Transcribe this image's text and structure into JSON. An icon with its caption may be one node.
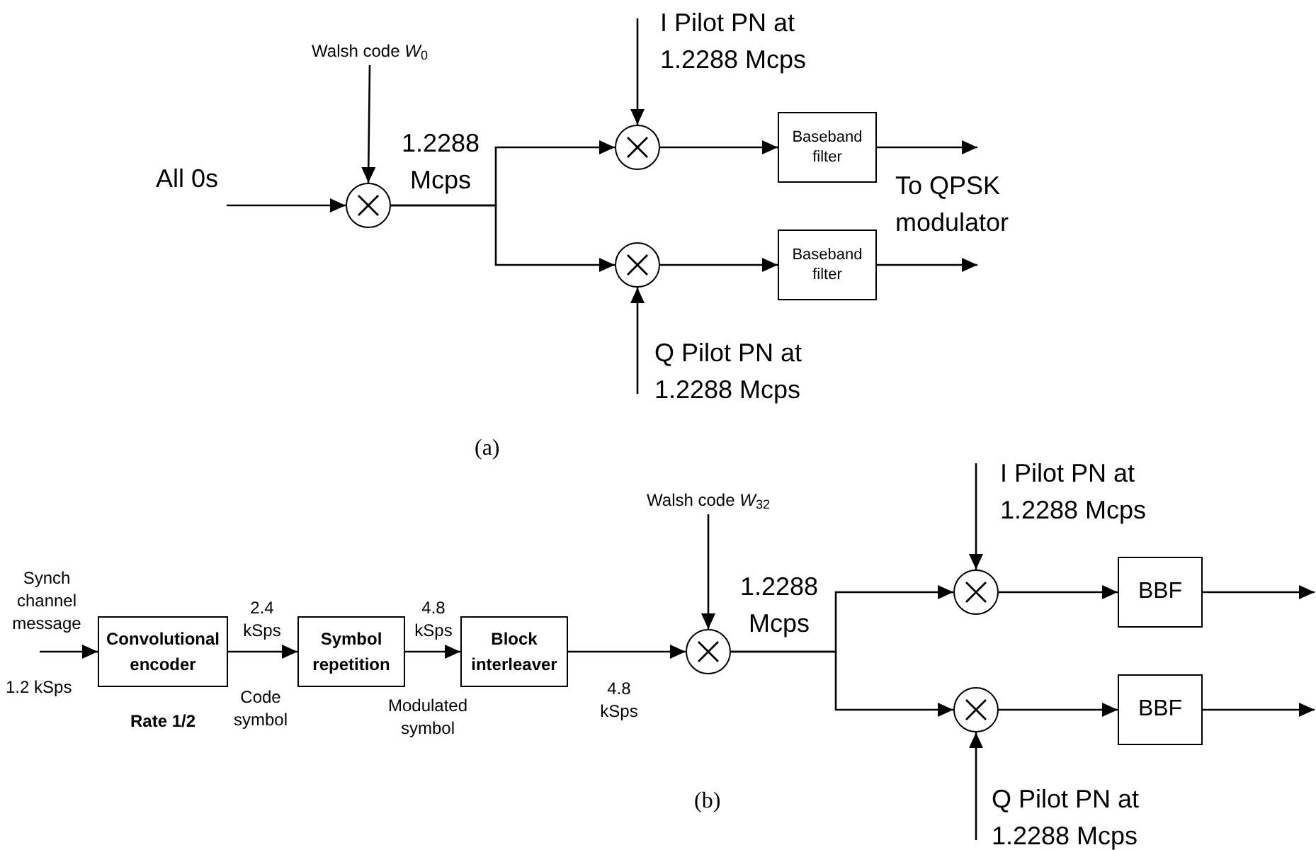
{
  "diagram": {
    "nodes": [
      {
        "text": [
          "Walsh code *W*$_{0}$"
        ]
      },
      {
        "text": [],
        "shape": "circle"
      },
      {
        "text": [],
        "shape": "circle"
      },
      {
        "text": [],
        "shape": "circle"
      },
      {
        "text": [
          "Baseband filter"
        ]
      },
      {
        "text": [
          "Baseband filter"
        ]
      },
      {
        "text": [
          "Convolutional encoder"
        ]
      },
      {
        "text": [
          "Symbol repetition"
        ]
      },
      {
        "text": [
          "Block interleaver"
        ]
      },
      {
        "text": [
          "Walsh code *W*$_{32}$"
        ]
      },
      {
        "text": [],
        "shape": "circle"
      },
      {
        "text": [],
        "shape": "circle"
      },
      {
        "text": [],
        "shape": "circle"
      },
      {
        "text": [
          "BBF"
        ]
      },
      {
        "text": [
          "BBF"
        ]
      }
    ],
    "edges": [
      {
        "from": null,
        "to": 1,
        "arrow": "to"
      },
      {
        "from": 0,
        "to": 1,
        "arrow": "to"
      },
      {
        "from": 1,
        "to": 2,
        "arrow": "to"
      },
      {
        "from": 1,
        "to": 3,
        "arrow": "to"
      },
      {
        "from": null,
        "to": 2,
        "arrow": "to"
      },
      {
        "from": null,
        "to": 3,
        "arrow": "to"
      },
      {
        "from": 2,
        "to": 4,
        "arrow": "to"
      },
      {
        "from": 3,
        "to": 5,
        "arrow": "to"
      },
      {
        "from": 4,
        "to": null,
        "arrow": "to"
      },
      {
        "from": 5,
        "to": null,
        "arrow": "to"
      },
      {
        "from": null,
        "to": 6,
        "arrow": "to"
      },
      {
        "from": 6,
        "to": 7,
        "arrow": "to"
      },
      {
        "from": 7,
        "to": 8,
        "arrow": "to"
      },
      {
        "from": 8,
        "to": 10,
        "arrow": "to"
      },
      {
        "from": 9,
        "to": 10,
        "arrow": "to"
      },
      {
        "from": 10,
        "to": 11,
        "arrow": "to"
      },
      {
        "from": 10,
        "to": 12,
        "arrow": "to"
      },
      {
        "from": null,
        "to": 11,
        "arrow": "to"
      },
      {
        "from": null,
        "to": 12,
        "arrow": "to"
      },
      {
        "from": 11,
        "to": 13,
        "arrow": "to"
      },
      {
        "from": 12,
        "to": 14,
        "arrow": "to"
      },
      {
        "from": 13,
        "to": null,
        "arrow": "to"
      },
      {
        "from": 14,
        "to": null,
        "arrow": "to"
      }
    ],
    "labels": [
      "All 0s",
      "1.2288 Mcps",
      "I Pilot PN at 1.2288 Mcps",
      "To QPSK modulator",
      "Q Pilot PN at 1.2288 Mcps",
      "(a)",
      "Synch channel message",
      "1.2 kSps",
      "2.4 kSps",
      "4.8 kSps",
      "Rate 1/2",
      "Code symbol",
      "Modulated symbol",
      "4.8 kSps",
      "1.2288 Mcps",
      "I Pilot PN at 1.2288 Mcps",
      "Q Pilot PN at 1.2288 Mcps",
      "(b)"
    ]
  }
}
